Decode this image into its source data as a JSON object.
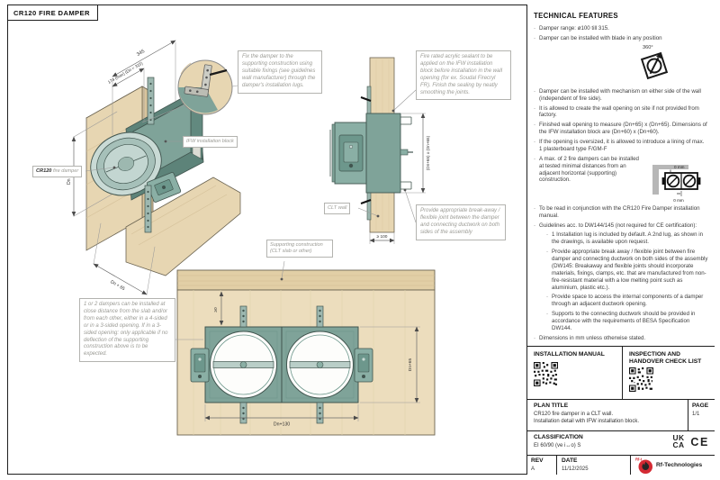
{
  "page": {
    "title": "CR120 FIRE DAMPER"
  },
  "iso": {
    "note_fix": "Fix the damper to the supporting construction using suitable fixings (see guidelines wall manufacturer) through the damper's installation lugs.",
    "label_cr120": "CR120",
    "label_cr120_rest": " fire damper",
    "label_ifw": "IFW installation block",
    "dim_345": "345",
    "dim_174": "174 (max) (Dn = 315)",
    "dim_left": "Dn + 65",
    "dim_bottom": "Dn + 65"
  },
  "section": {
    "note_sealant": "Fire rated acrylic sealant to be applied on the IFW installation block before installation in the wall opening (for ex. Soudal Firecryl FR). Finish the sealing by neatly smoothing the joints.",
    "label_clt": "CLT wall",
    "dim_opening": "(Dn+65) x (Dn+65)",
    "dim_thickness": "≥ 100",
    "note_breakaway": "Provide appropriate break-away / flexible joint between the damper and connecting ductwork on both sides of the assembly"
  },
  "front": {
    "note_multi": "1 or 2 dampers can be installed at close distance from the slab and/or from each other, either in a 4-sided or in a 3-sided opening. If in a 3-sided opening: only applicable if no deflection of the supporting construction above is to be expected.",
    "label_supporting": "Supporting construction (CLT slab or other)",
    "dim_gap": "≥0",
    "dim_width": "Dn+130",
    "dim_height": "Dn+65"
  },
  "tech": {
    "header": "TECHNICAL FEATURES",
    "bullets": [
      "Damper range: ø100 till 315.",
      "Damper can be installed with blade in any position",
      "Damper can be installed with mechanism on either side of the wall (independent of fire side).",
      "It is allowed to create the wall opening on site if not provided from factory.",
      "Finished wall opening to measure (Dn+65) x (Dn+65). Dimensions of the IFW installation block are (Dn+60) x (Dn+60).",
      "If the opening is oversized, it is allowed to introduce a lining of max. 1 plasterboard type F/GM-F",
      "A max. of 2 fire dampers can be installed at tested minimal distances from an adjacent horizontal (supporting) construction.",
      "To be read in conjunction with the CR120 Fire Damper installation manual.",
      "Guidelines acc. to DW144/145 (not required for CE certification):",
      "Dimensions in mm unless otherwise stated."
    ],
    "sub_bullets": [
      "1 Installation lug is included by default. A 2nd lug, as shown in the drawings, is available upon request.",
      "Provide appropriate break away / flexible joint between fire damper and connecting ductwork on both sides of the assembly (DW145: Breakaway and flexible joints should incorporate materials, fixings, clamps, etc. that are manufactured from non-fire-resistant material with a low melting point such as aluminium, plastic etc.).",
      "Provide space to access the internal components of a damper through an adjacent ductwork opening.",
      "Supports to the connecting ductwork should be provided in accordance with the requirements of BESA Specification DW144."
    ],
    "icon_360_label": "360°",
    "icon_gap_top": "0 mm",
    "icon_gap_bottom": "0 mm"
  },
  "panel": {
    "installation_manual": "INSTALLATION MANUAL",
    "inspection": "INSPECTION AND HANDOVER CHECK LIST",
    "plan_title_label": "PLAN TITLE",
    "plan_title_line1": "CR120 fire damper in a CLT wall.",
    "plan_title_line2": "Installation detail with IFW installation block.",
    "page_label": "PAGE",
    "page_value": "1/1",
    "classification_label": "CLASSIFICATION",
    "classification_value": "EI 60/90 (ve i↔o) S",
    "rev_label": "REV",
    "rev_value": "A",
    "date_label": "DATE",
    "date_value": "11/12/2025",
    "brand": "Rf-Technologies",
    "ukca_top": "UK",
    "ukca_bottom": "CA",
    "ce": "CE"
  },
  "colors": {
    "teal_main": "#7fa399",
    "teal_light": "#a6c0b9",
    "teal_dark": "#62897f",
    "wood": "#e7d6b2",
    "accent_red": "#d42a33"
  }
}
